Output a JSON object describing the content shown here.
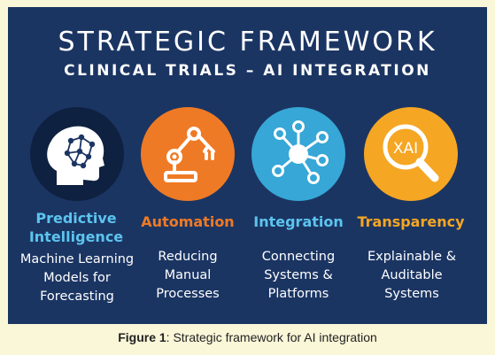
{
  "title": "STRATEGIC FRAMEWORK",
  "subtitle": "CLINICAL TRIALS – AI INTEGRATION",
  "colors": {
    "panel_bg": "#1b3563",
    "page_bg": "#faf6d8",
    "predictive": "#5cc4ef",
    "automation": "#ef7a25",
    "integration": "#36a7d6",
    "transparency": "#f5a623"
  },
  "pillars": [
    {
      "icon": "brain-network-icon",
      "title_line1": "Predictive",
      "title_line2": "Intelligence",
      "desc_line1": "Machine Learning",
      "desc_line2": "Models for",
      "desc_line3": "Forecasting"
    },
    {
      "icon": "robotic-arm-icon",
      "title_line1": "Automation",
      "desc_line1": "Reducing",
      "desc_line2": "Manual",
      "desc_line3": "Processes"
    },
    {
      "icon": "network-hub-icon",
      "title_line1": "Integration",
      "desc_line1": "Connecting",
      "desc_line2": "Systems &",
      "desc_line3": "Platforms"
    },
    {
      "icon": "magnifier-icon",
      "icon_text": "XAI",
      "title_line1": "Transparency",
      "desc_line1": "Explainable &",
      "desc_line2": "Auditable",
      "desc_line3": "Systems"
    }
  ],
  "caption": {
    "label": "Figure 1",
    "text": ": Strategic framework for AI integration"
  }
}
